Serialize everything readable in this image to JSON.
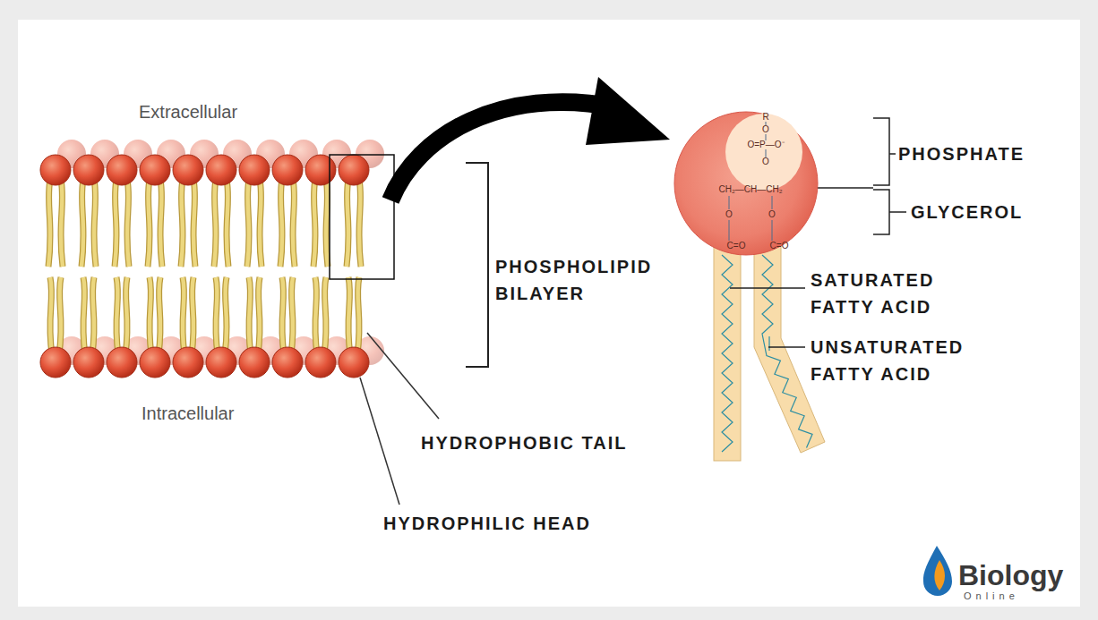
{
  "diagram": {
    "nodes": [
      {
        "text": [
          "CH₂—CH—CH₂",
          "O",
          "O",
          "C=O",
          "C=O"
        ]
      },
      {
        "text": [
          "R",
          "O",
          "O=P—O⁻",
          "O"
        ],
        "in": 0
      }
    ],
    "labels": [
      "Extracellular",
      "Intracellular",
      "PHOSPHOLIPID BILAYER",
      "HYDROPHOBIC TAIL",
      "HYDROPHILIC HEAD",
      "PHOSPHATE",
      "GLYCEROL",
      "SATURATED FATTY ACID",
      "UNSATURATED FATTY ACID",
      "Biology",
      "Online"
    ]
  }
}
